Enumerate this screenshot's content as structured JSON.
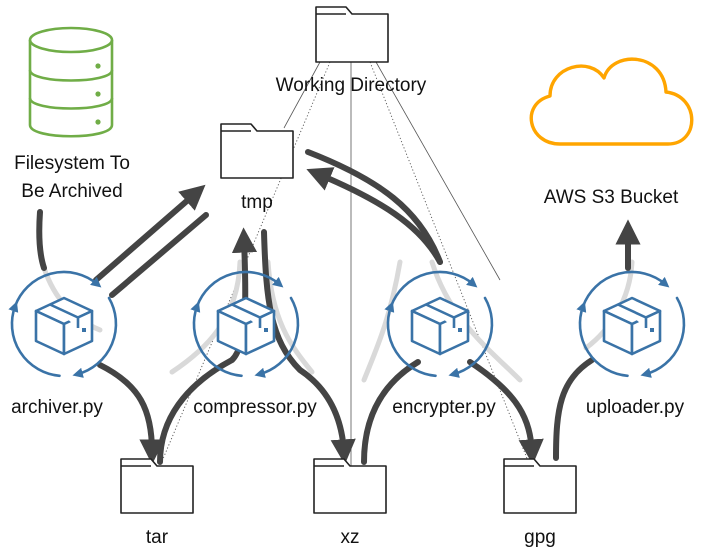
{
  "colors": {
    "folder_stroke": "#222222",
    "flow_arrow": "#444444",
    "faint_arrow": "#d9d9d9",
    "container_icon": "#3a73a7",
    "database_icon": "#70ad47",
    "cloud_icon": "#ffa500"
  },
  "folders": {
    "working_directory": "Working Directory",
    "tmp": "tmp",
    "tar": "tar",
    "xz": "xz",
    "gpg": "gpg"
  },
  "source": {
    "icon": "database-icon",
    "label_line1": "Filesystem To",
    "label_line2": "Be Archived"
  },
  "destination": {
    "icon": "cloud-icon",
    "label": "AWS S3 Bucket"
  },
  "containers": [
    {
      "icon": "container-cycle-icon",
      "label": "archiver.py"
    },
    {
      "icon": "container-cycle-icon",
      "label": "compressor.py"
    },
    {
      "icon": "container-cycle-icon",
      "label": "encrypter.py"
    },
    {
      "icon": "container-cycle-icon",
      "label": "uploader.py"
    }
  ]
}
